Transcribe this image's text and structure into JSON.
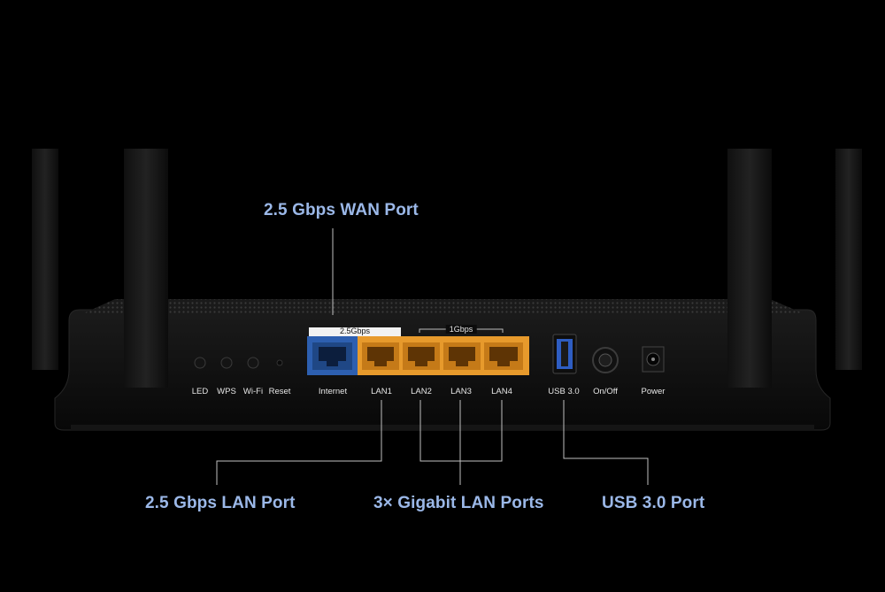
{
  "callouts": {
    "wan": "2.5 Gbps WAN Port",
    "lan25": "2.5 Gbps LAN Port",
    "gigabit": "3× Gigabit LAN Ports",
    "usb": "USB 3.0 Port"
  },
  "port_labels": {
    "led": "LED",
    "wps": "WPS",
    "wifi": "Wi-Fi",
    "reset": "Reset",
    "internet": "Internet",
    "lan1": "LAN1",
    "lan2": "LAN2",
    "lan3": "LAN3",
    "lan4": "LAN4",
    "usb": "USB 3.0",
    "onoff": "On/Off",
    "power": "Power"
  },
  "speed_labels": {
    "wan_lan1": "2.5Gbps",
    "gigabit": "1Gbps"
  },
  "colors": {
    "callout_text": "#9bb8e8",
    "wan_port_blue": "#2d5fb0",
    "lan_port_orange": "#e79a2c",
    "background": "#000000"
  }
}
